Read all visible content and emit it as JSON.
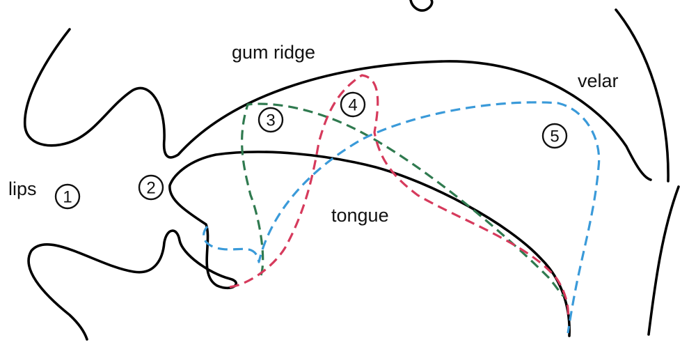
{
  "labels": {
    "gum_ridge": "gum ridge",
    "velar": "velar",
    "lips": "lips",
    "tongue": "tongue"
  },
  "markers": [
    "1",
    "2",
    "3",
    "4",
    "5"
  ],
  "colors": {
    "outline": "#000000",
    "dashed_green": "#2f7a4f",
    "dashed_red": "#d63a5c",
    "dashed_blue": "#3a9ad9"
  }
}
